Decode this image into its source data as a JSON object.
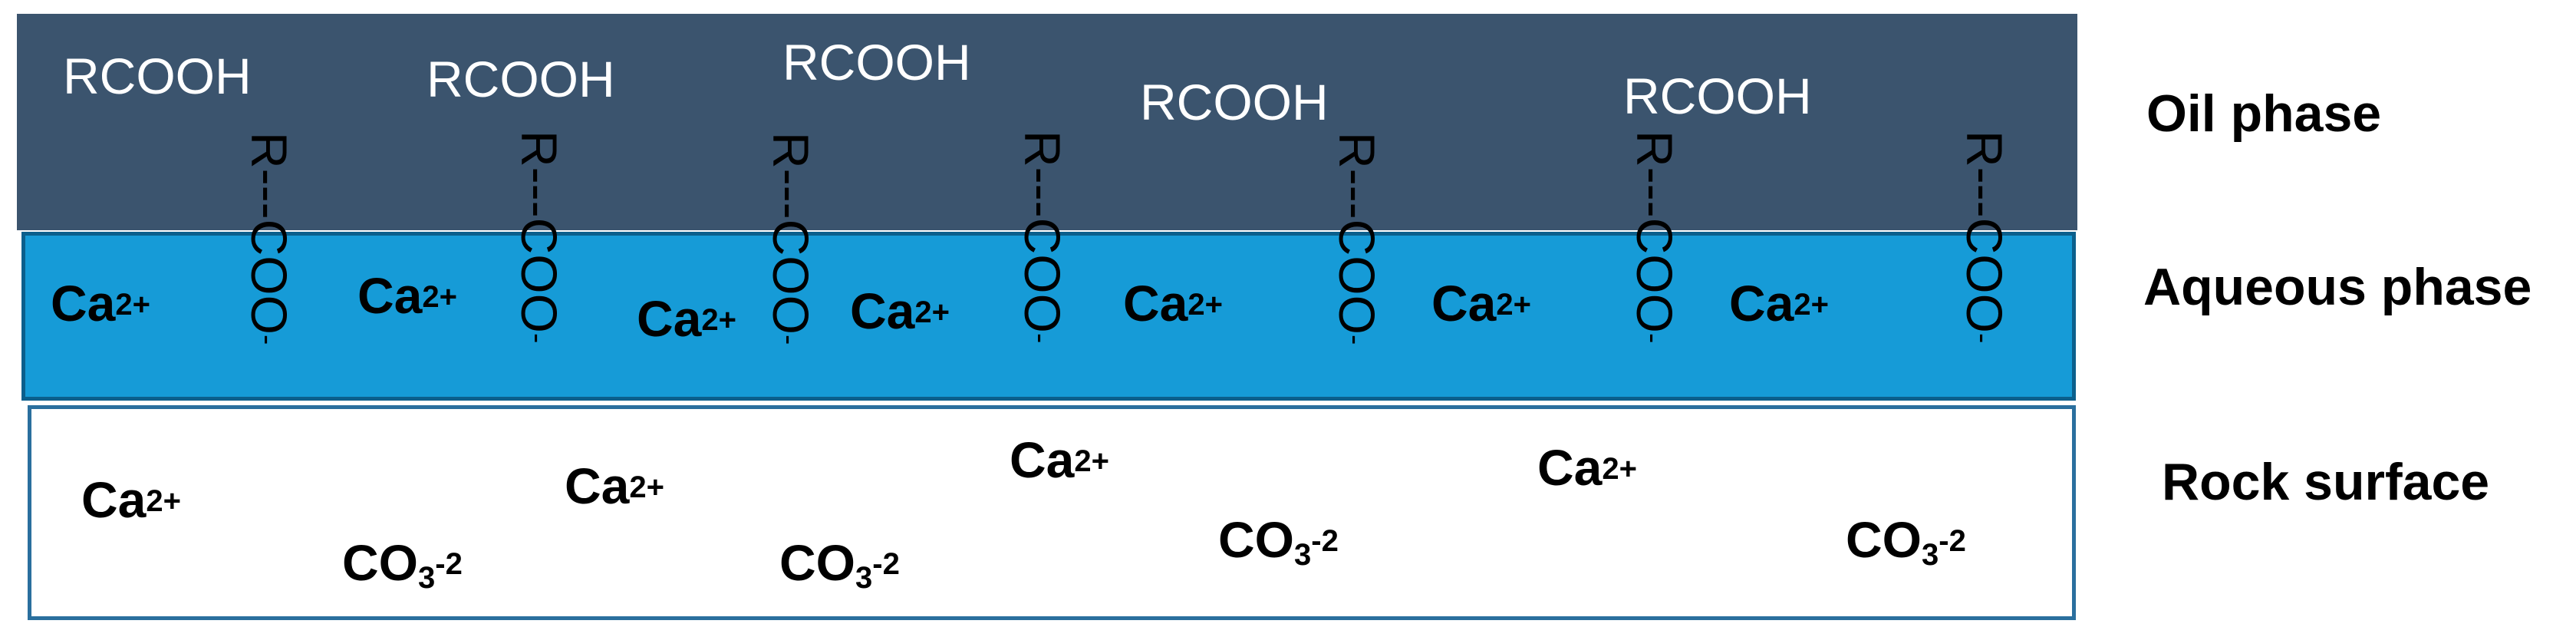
{
  "colors": {
    "oil": "#3b546e",
    "aqueous": "#169bd7",
    "rock": "#ffffff"
  },
  "phases": {
    "oil": "Oil phase",
    "aqueous": "Aqueous phase",
    "rock": "Rock surface"
  },
  "oil_labels": [
    "RCOOH",
    "RCOOH",
    "RCOOH",
    "RCOOH",
    "RCOOH"
  ],
  "chain": {
    "main": "R---COO",
    "charge": "-"
  },
  "ion_ca": {
    "base": "Ca",
    "charge": "2+"
  },
  "ion_co3": {
    "base": "CO",
    "sub": "3",
    "charge": "-2"
  }
}
